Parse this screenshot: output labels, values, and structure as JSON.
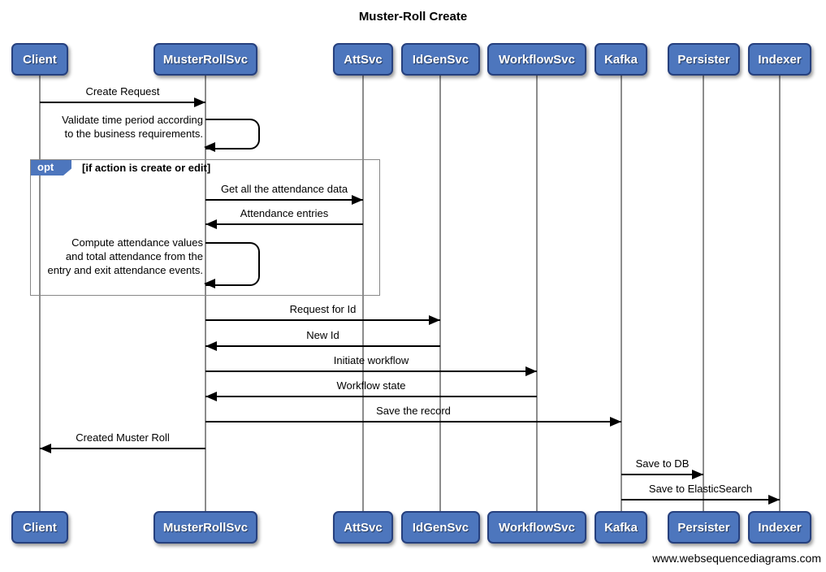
{
  "title": "Muster-Roll Create",
  "participants": [
    {
      "name": "Client"
    },
    {
      "name": "MusterRollSvc"
    },
    {
      "name": "AttSvc"
    },
    {
      "name": "IdGenSvc"
    },
    {
      "name": "WorkflowSvc"
    },
    {
      "name": "Kafka"
    },
    {
      "name": "Persister"
    },
    {
      "name": "Indexer"
    }
  ],
  "fragment": {
    "operator": "opt",
    "condition": "[if action is create or edit]"
  },
  "messages": [
    {
      "from": "Client",
      "to": "MusterRollSvc",
      "label": "Create Request"
    },
    {
      "from": "MusterRollSvc",
      "to": "MusterRollSvc",
      "label": "Validate time period according\nto the business requirements."
    },
    {
      "from": "MusterRollSvc",
      "to": "AttSvc",
      "label": "Get all the attendance data"
    },
    {
      "from": "AttSvc",
      "to": "MusterRollSvc",
      "label": "Attendance entries"
    },
    {
      "from": "MusterRollSvc",
      "to": "MusterRollSvc",
      "label": "Compute attendance values\nand total attendance from the\nentry and exit attendance events."
    },
    {
      "from": "MusterRollSvc",
      "to": "IdGenSvc",
      "label": "Request for Id"
    },
    {
      "from": "IdGenSvc",
      "to": "MusterRollSvc",
      "label": "New Id"
    },
    {
      "from": "MusterRollSvc",
      "to": "WorkflowSvc",
      "label": "Initiate workflow"
    },
    {
      "from": "WorkflowSvc",
      "to": "MusterRollSvc",
      "label": "Workflow state"
    },
    {
      "from": "MusterRollSvc",
      "to": "Kafka",
      "label": "Save the record"
    },
    {
      "from": "MusterRollSvc",
      "to": "Client",
      "label": "Created Muster Roll"
    },
    {
      "from": "Kafka",
      "to": "Persister",
      "label": "Save to DB"
    },
    {
      "from": "Kafka",
      "to": "Indexer",
      "label": "Save to ElasticSearch"
    }
  ],
  "footer": "www.websequencediagrams.com",
  "colors": {
    "participant_fill": "#4d76bd",
    "participant_border": "#26407e",
    "fragment_tab_fill": "#4d76bd",
    "fragment_border": "#878787",
    "lifeline": "#8c8c8c",
    "arrow": "#000000"
  }
}
